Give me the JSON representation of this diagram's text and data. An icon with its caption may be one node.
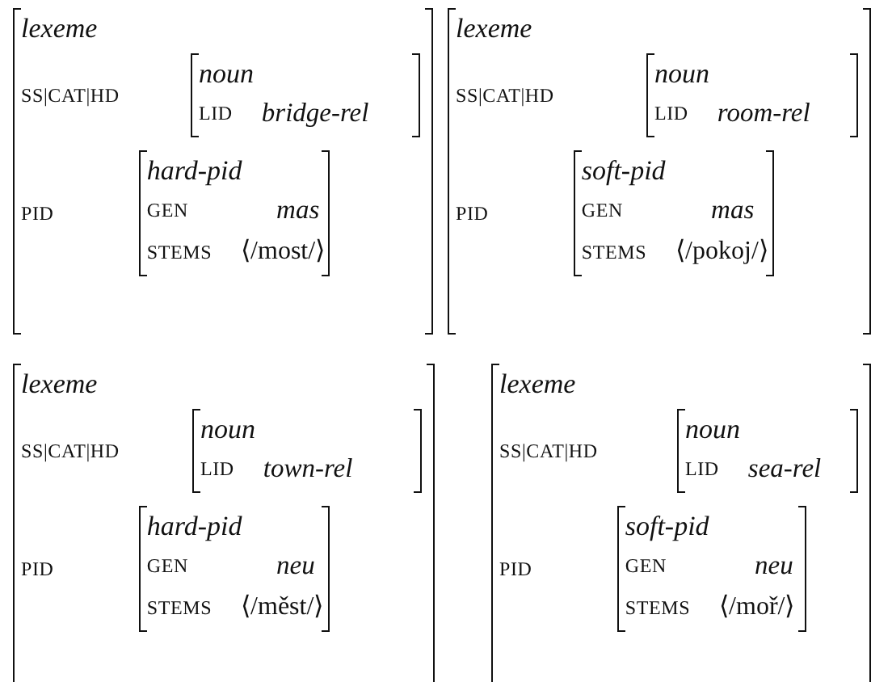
{
  "diagram": {
    "nodes": [
      {
        "text": [
          "lexeme",
          "SS|CAT|HD",
          "PID"
        ]
      },
      {
        "text": [
          "noun",
          "LID",
          "bridge-rel"
        ],
        "in": 0
      },
      {
        "text": [
          "hard-pid",
          "GEN",
          "mas",
          "STEMS",
          "⟨/most/⟩"
        ],
        "in": 0
      },
      {
        "text": [
          "lexeme",
          "SS|CAT|HD",
          "PID"
        ]
      },
      {
        "text": [
          "noun",
          "LID",
          "room-rel"
        ],
        "in": 3
      },
      {
        "text": [
          "soft-pid",
          "GEN",
          "mas",
          "STEMS",
          "⟨/pokoj/⟩"
        ],
        "in": 3
      },
      {
        "text": [
          "lexeme",
          "SS|CAT|HD",
          "PID"
        ]
      },
      {
        "text": [
          "noun",
          "LID",
          "town-rel"
        ],
        "in": 6
      },
      {
        "text": [
          "hard-pid",
          "GEN",
          "neu",
          "STEMS",
          "⟨/měst/⟩"
        ],
        "in": 6
      },
      {
        "text": [
          "lexeme",
          "SS|CAT|HD",
          "PID"
        ]
      },
      {
        "text": [
          "noun",
          "LID",
          "sea-rel"
        ],
        "in": 9
      },
      {
        "text": [
          "soft-pid",
          "GEN",
          "neu",
          "STEMS",
          "⟨/moř/⟩"
        ],
        "in": 9
      }
    ]
  }
}
